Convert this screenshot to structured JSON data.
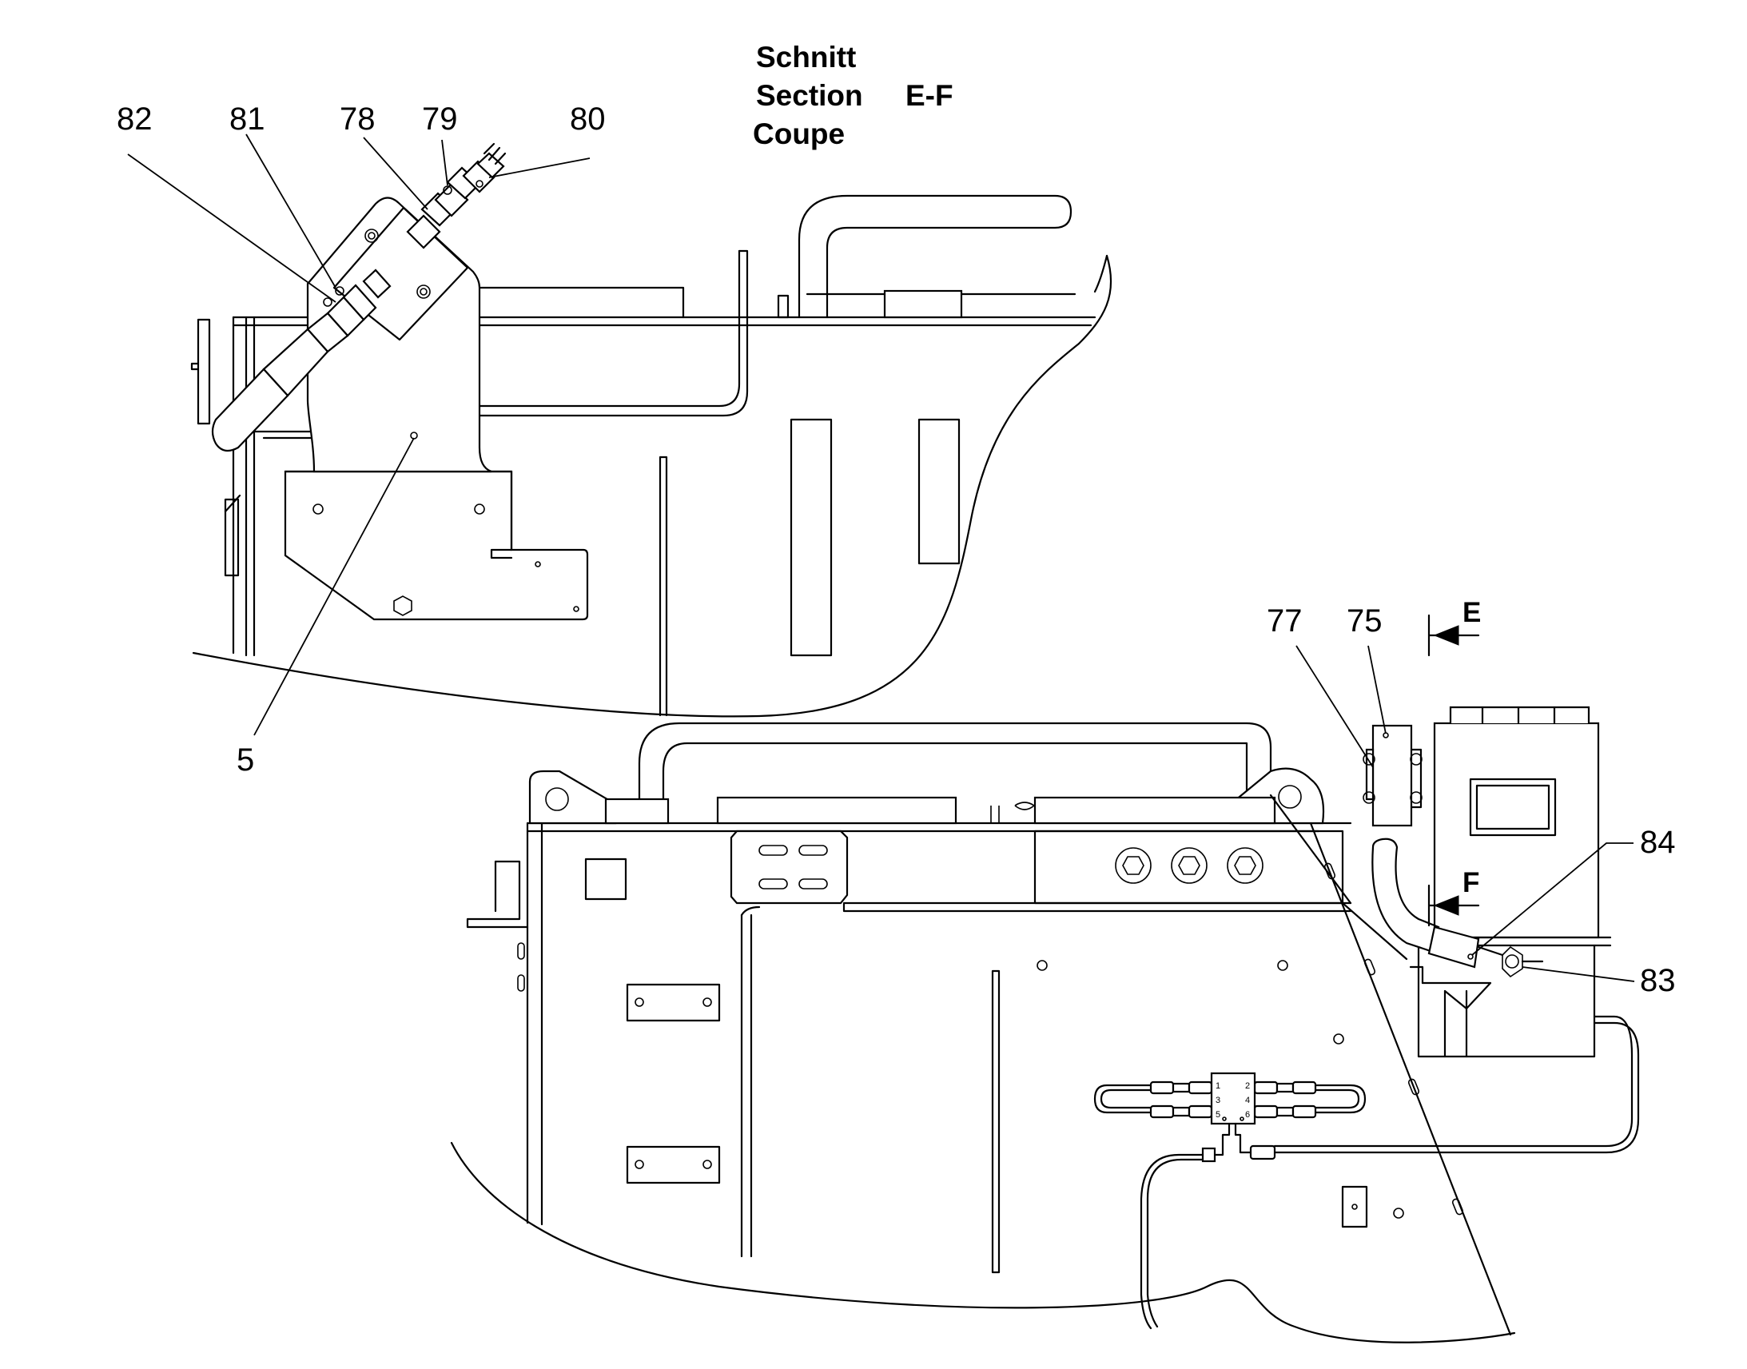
{
  "title": {
    "line1": "Schnitt",
    "line2": "Section",
    "line3": "Coupe",
    "section_id": "E-F"
  },
  "callouts": {
    "c82": "82",
    "c81": "81",
    "c78": "78",
    "c79": "79",
    "c80": "80",
    "c5": "5",
    "c77": "77",
    "c75": "75",
    "c84": "84",
    "c83": "83"
  },
  "section_markers": {
    "e": "E",
    "f": "F"
  },
  "junction_box_pins": [
    "1",
    "2",
    "3",
    "4",
    "5",
    "6"
  ]
}
